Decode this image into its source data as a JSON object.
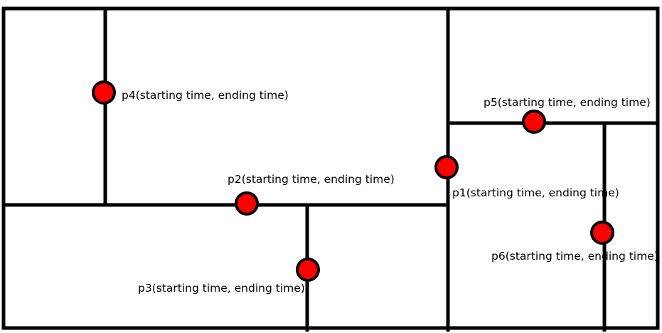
{
  "colors": {
    "background": "#ffffff",
    "lines": "#000000",
    "point_fill": "#ff0000",
    "point_stroke": "#000000",
    "label_text": "#000000"
  },
  "points": [
    {
      "id": "p4",
      "label": "p4(starting time, ending time)"
    },
    {
      "id": "p5",
      "label": "p5(starting time, ending time)"
    },
    {
      "id": "p2",
      "label": "p2(starting time, ending time)"
    },
    {
      "id": "p1",
      "label": "p1(starting time, ending time)"
    },
    {
      "id": "p6",
      "label": "p6(starting time, ending time)"
    },
    {
      "id": "p3",
      "label": "p3(starting time, ending time)"
    }
  ]
}
